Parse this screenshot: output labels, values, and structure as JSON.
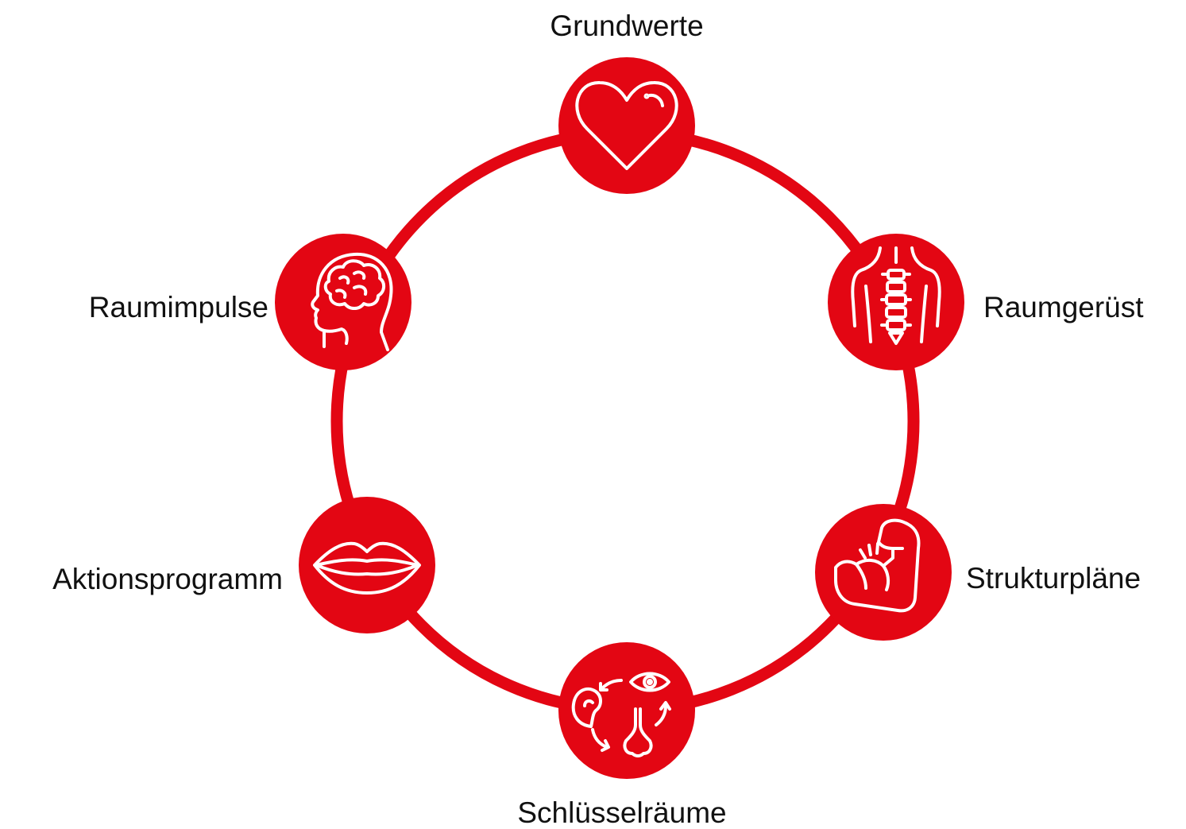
{
  "diagram": {
    "type": "cycle",
    "colors": {
      "accent": "#e30613",
      "icon": "#ffffff",
      "text": "#111111",
      "background": "#ffffff"
    },
    "nodes": [
      {
        "id": "grundwerte",
        "label": "Grundwerte",
        "icon": "heart-icon"
      },
      {
        "id": "raumgeruest",
        "label": "Raumgerüst",
        "icon": "spine-icon"
      },
      {
        "id": "strukturplaene",
        "label": "Strukturpläne",
        "icon": "flexed-arm-icon"
      },
      {
        "id": "schluesselraeume",
        "label": "Schlüsselräume",
        "icon": "senses-cycle-icon"
      },
      {
        "id": "aktionsprogramm",
        "label": "Aktionsprogramm",
        "icon": "lips-icon"
      },
      {
        "id": "raumimpulse",
        "label": "Raumimpulse",
        "icon": "brain-head-icon"
      }
    ]
  }
}
